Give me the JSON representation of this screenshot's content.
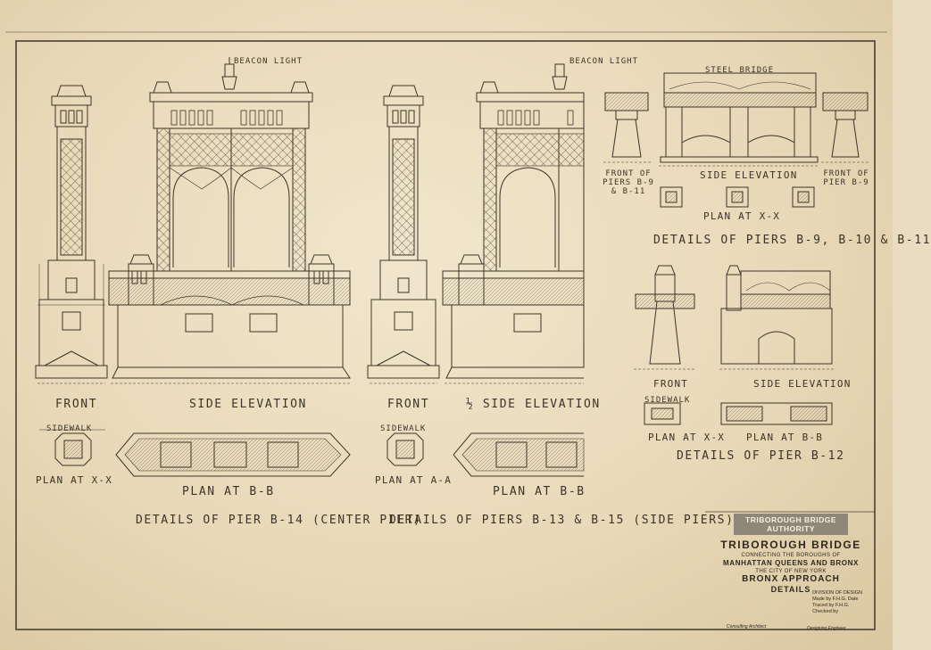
{
  "drawing_labels": {
    "beacon_light_left": "BEACON LIGHT",
    "beacon_light_right": "BEACON LIGHT",
    "steel_bridge": "STEEL BRIDGE",
    "front_b14": "FRONT",
    "side_elevation_b14": "SIDE ELEVATION",
    "plan_xx_b14": "PLAN AT X-X",
    "plan_bb_b14": "PLAN AT B-B",
    "details_b14": "DETAILS OF PIER B-14 (CENTER PIER)",
    "front_b13": "FRONT",
    "half_side_elevation": "½ SIDE ELEVATION",
    "plan_aa": "PLAN AT A-A",
    "plan_bb_b13": "PLAN AT B-B",
    "details_b13": "DETAILS OF PIERS B-13 & B-15 (SIDE PIERS)",
    "front_piers_b9": "FRONT OF PIERS B-9 & B-11",
    "side_elevation_b9": "SIDE ELEVATION",
    "front_pier_b9": "FRONT OF PIER B-9",
    "plan_xx_b9": "PLAN AT X-X",
    "details_b9": "DETAILS OF PIERS B-9, B-10 & B-11",
    "front_b12": "FRONT",
    "side_elevation_b12": "SIDE ELEVATION",
    "plan_xx_b12": "PLAN AT X-X",
    "plan_bb_b12": "PLAN AT B-B",
    "details_b12": "DETAILS OF PIER B-12",
    "sidewalk_left": "SIDEWALK",
    "sidewalk_right": "SIDEWALK",
    "sidewalk_b12": "SIDEWALK"
  },
  "title_block": {
    "authority": "TRIBOROUGH BRIDGE AUTHORITY",
    "bridge": "TRIBOROUGH BRIDGE",
    "connecting": "CONNECTING THE BOROUGHS OF",
    "boroughs": "MANHATTAN QUEENS AND BRONX",
    "city": "THE CITY OF NEW YORK",
    "approach": "BRONX APPROACH",
    "details": "DETAILS",
    "division": "DIVISION OF DESIGN",
    "made_by": "Made by F.H.G. Date",
    "traced_by": "Traced by F.H.G.",
    "checked_by": "Checked by",
    "architect": "Consulting Architect",
    "engineer": "Designing Engineer"
  },
  "colors": {
    "paper": "#ecdfc2",
    "ink": "#3c3428",
    "authority_band": "#8e877a"
  }
}
